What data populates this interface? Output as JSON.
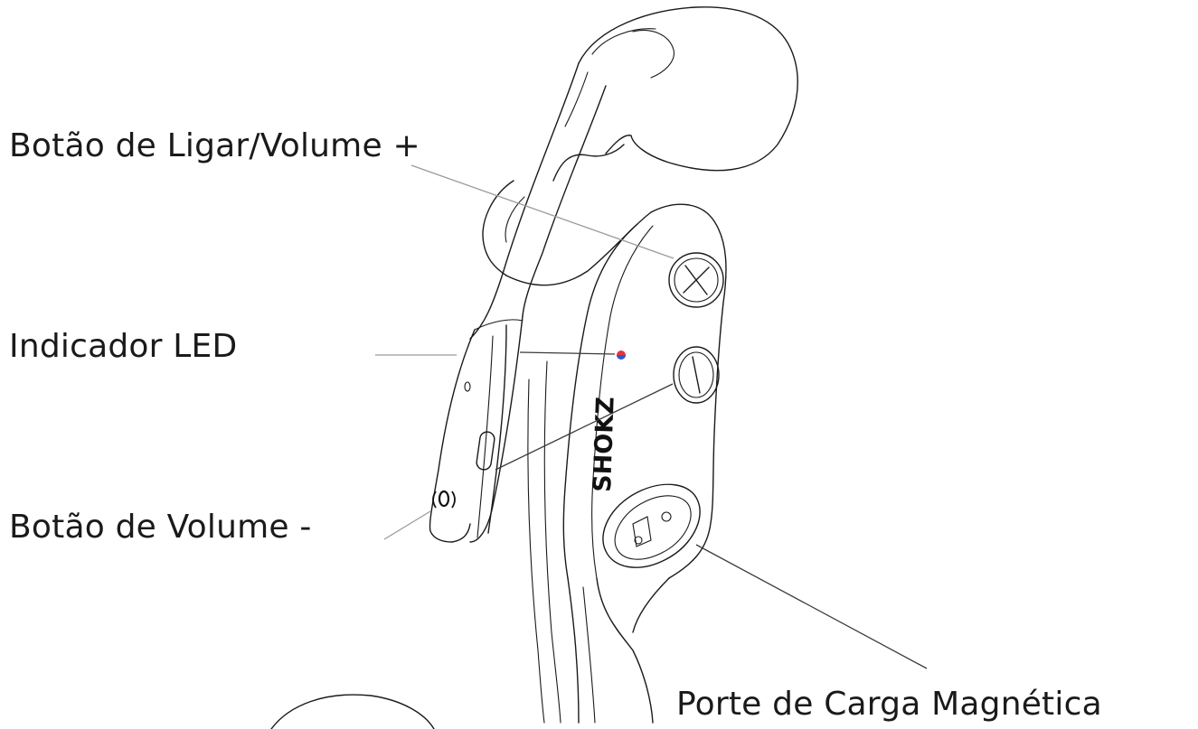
{
  "callouts": {
    "power_button": "Botão de Ligar/Volume +",
    "led_indicator": "Indicador LED",
    "volume_down_button": "Botão de Volume -",
    "charging_port": "Porte de Carga Magnética"
  },
  "device": {
    "brand_text": "SHOKZ"
  },
  "colors": {
    "line": "#1a1a1a",
    "led_red": "#e8333a",
    "led_blue": "#2a5bd7",
    "leader_grey": "#9a9a9a"
  }
}
